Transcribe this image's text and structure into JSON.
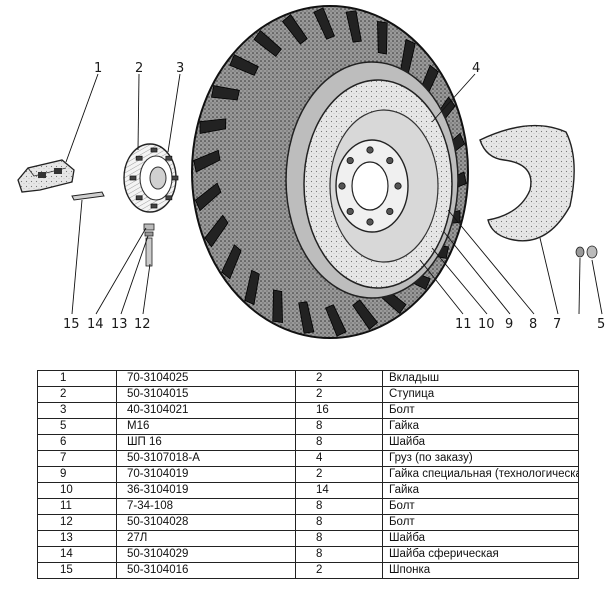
{
  "figure": {
    "callouts": [
      "1",
      "2",
      "3",
      "4",
      "5",
      "7",
      "8",
      "9",
      "10",
      "11",
      "12",
      "13",
      "14",
      "15"
    ]
  },
  "parts": [
    {
      "pos": "1",
      "code": "70-3104025",
      "qty": "2",
      "name": "Вкладыш"
    },
    {
      "pos": "2",
      "code": "50-3104015",
      "qty": "2",
      "name": "Ступица"
    },
    {
      "pos": "3",
      "code": "40-3104021",
      "qty": "16",
      "name": "Болт"
    },
    {
      "pos": "5",
      "code": "М16",
      "qty": "8",
      "name": "Гайка"
    },
    {
      "pos": "6",
      "code": "ШП 16",
      "qty": "8",
      "name": "Шайба"
    },
    {
      "pos": "7",
      "code": "50-3107018-А",
      "qty": "4",
      "name": "Груз (по заказу)"
    },
    {
      "pos": "9",
      "code": "70-3104019",
      "qty": "2",
      "name": "Гайка специальная (технологическая)"
    },
    {
      "pos": "10",
      "code": "36-3104019",
      "qty": "14",
      "name": "Гайка"
    },
    {
      "pos": "11",
      "code": "7-34-108",
      "qty": "8",
      "name": "Болт"
    },
    {
      "pos": "12",
      "code": "50-3104028",
      "qty": "8",
      "name": "Болт"
    },
    {
      "pos": "13",
      "code": "27Л",
      "qty": "8",
      "name": "Шайба"
    },
    {
      "pos": "14",
      "code": "50-3104029",
      "qty": "8",
      "name": "Шайба сферическая"
    },
    {
      "pos": "15",
      "code": "50-3104016",
      "qty": "2",
      "name": "Шпонка"
    }
  ]
}
